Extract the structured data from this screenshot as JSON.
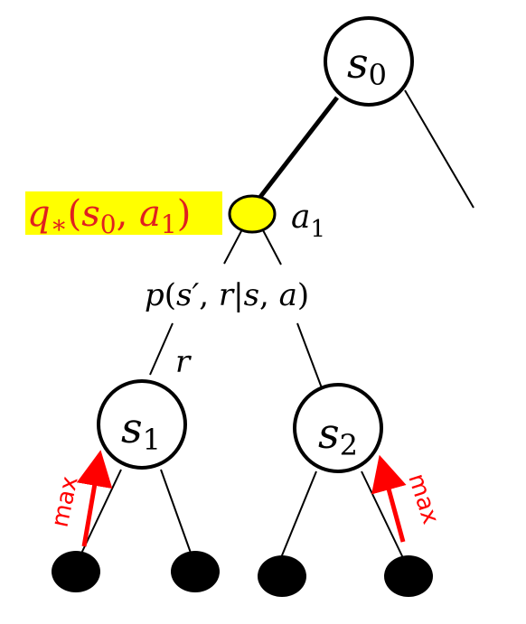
{
  "root": {
    "base": "s",
    "sub": "0"
  },
  "action": {
    "base": "a",
    "sub": "1"
  },
  "q_value": {
    "func": "q",
    "star": "∗",
    "open": "(",
    "s": "s",
    "s_sub": "0",
    "comma": ", ",
    "a": "a",
    "a_sub": "1",
    "close": ")"
  },
  "transition": {
    "p": "p",
    "open": "(",
    "sprime": "s′",
    "comma1": ", ",
    "r": "r",
    "bar": "|",
    "s": "s",
    "comma2": ", ",
    "a": "a",
    "close": ")"
  },
  "reward_label": "r",
  "states": [
    {
      "base": "s",
      "sub": "1"
    },
    {
      "base": "s",
      "sub": "2"
    }
  ],
  "max_labels": [
    "max",
    "max"
  ],
  "colors": {
    "highlight": "#ffff00",
    "q_text": "#e02020",
    "action_node": "#ffff00",
    "arrow": "#ff0000",
    "leaf": "#000000"
  }
}
